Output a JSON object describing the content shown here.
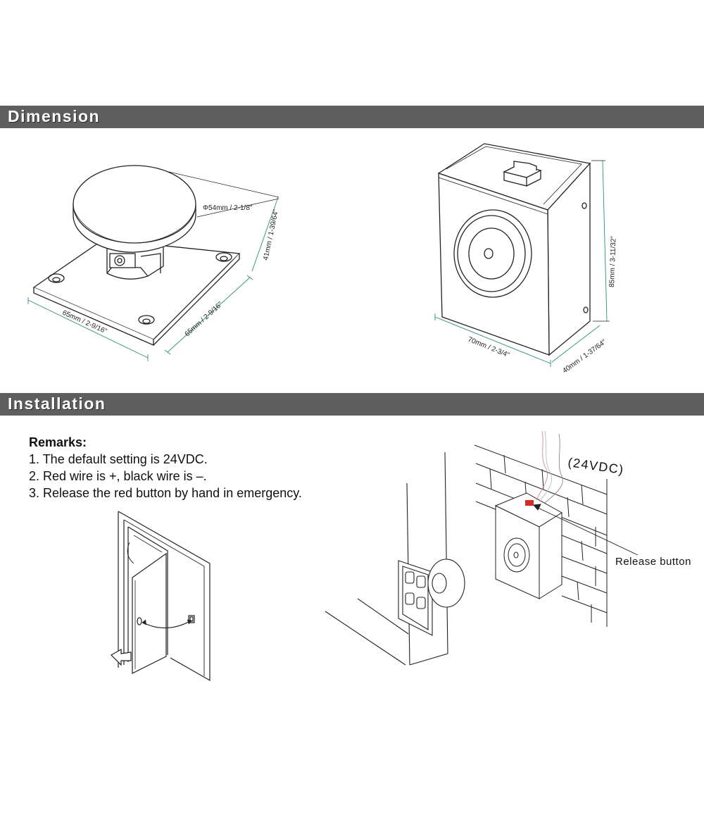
{
  "sections": {
    "dimension": "Dimension",
    "installation": "Installation"
  },
  "dimensions": {
    "armature_diameter": "Φ54mm / 2-1/8\"",
    "armature_height": "41mm / 1-39/64\"",
    "base_width": "65mm / 2-9/16\"",
    "base_depth": "65mm / 2-9/16\"",
    "body_height": "85mm / 3-11/32\"",
    "body_width": "70mm / 2-3/4\"",
    "body_depth": "40mm / 1-37/64\""
  },
  "remarks": {
    "title": "Remarks:",
    "items": [
      "1. The default setting is 24VDC.",
      "2. Red wire is +, black wire is –.",
      "3. Release the red button by hand in emergency."
    ]
  },
  "labels": {
    "voltage": "(24VDC)",
    "release_button": "Release button"
  },
  "colors": {
    "band": "#5e5e5e",
    "dimension_line": "#2e8f7e",
    "release_button": "#d42a2a",
    "wire_red": "#d98a8a"
  }
}
